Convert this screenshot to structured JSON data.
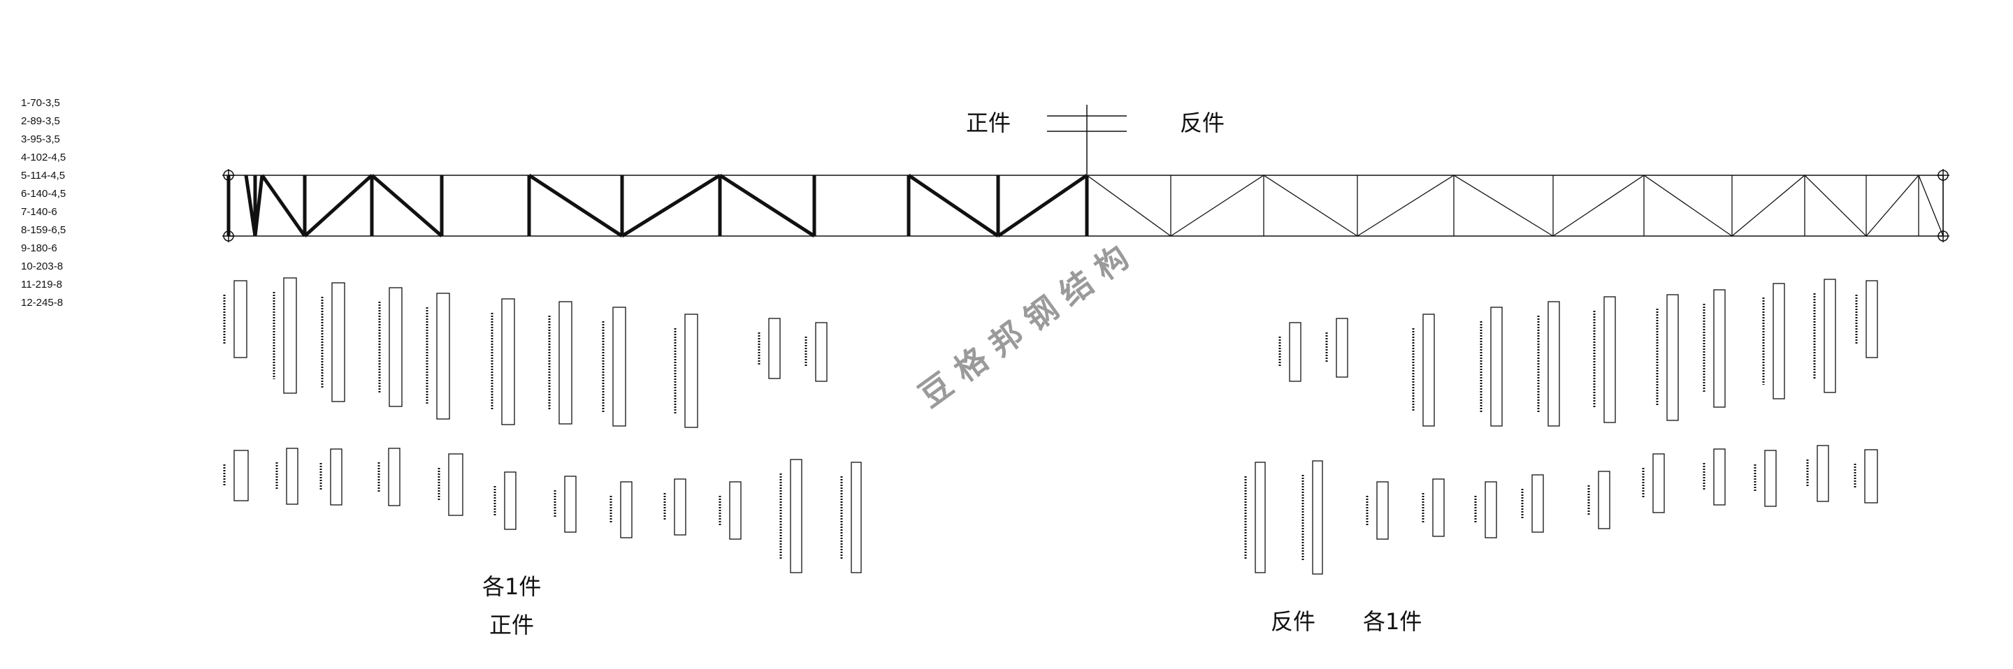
{
  "legend": [
    "1-70-3,5",
    "2-89-3,5",
    "3-95-3,5",
    "4-102-4,5",
    "5-114-4,5",
    "6-140-4,5",
    "7-140-6",
    "8-159-6,5",
    "9-180-6",
    "10-203-8",
    "11-219-8",
    "12-245-8"
  ],
  "labels": {
    "front_piece_top": "正件",
    "reverse_piece_top": "反件",
    "each_one_left": "各1件",
    "front_piece_bottom": "正件",
    "reverse_piece_bottom": "反件",
    "each_one_right": "各1件"
  },
  "watermark": "豆格邦钢结构",
  "colors": {
    "line": "#111111",
    "watermark": "#9a9a9a"
  }
}
